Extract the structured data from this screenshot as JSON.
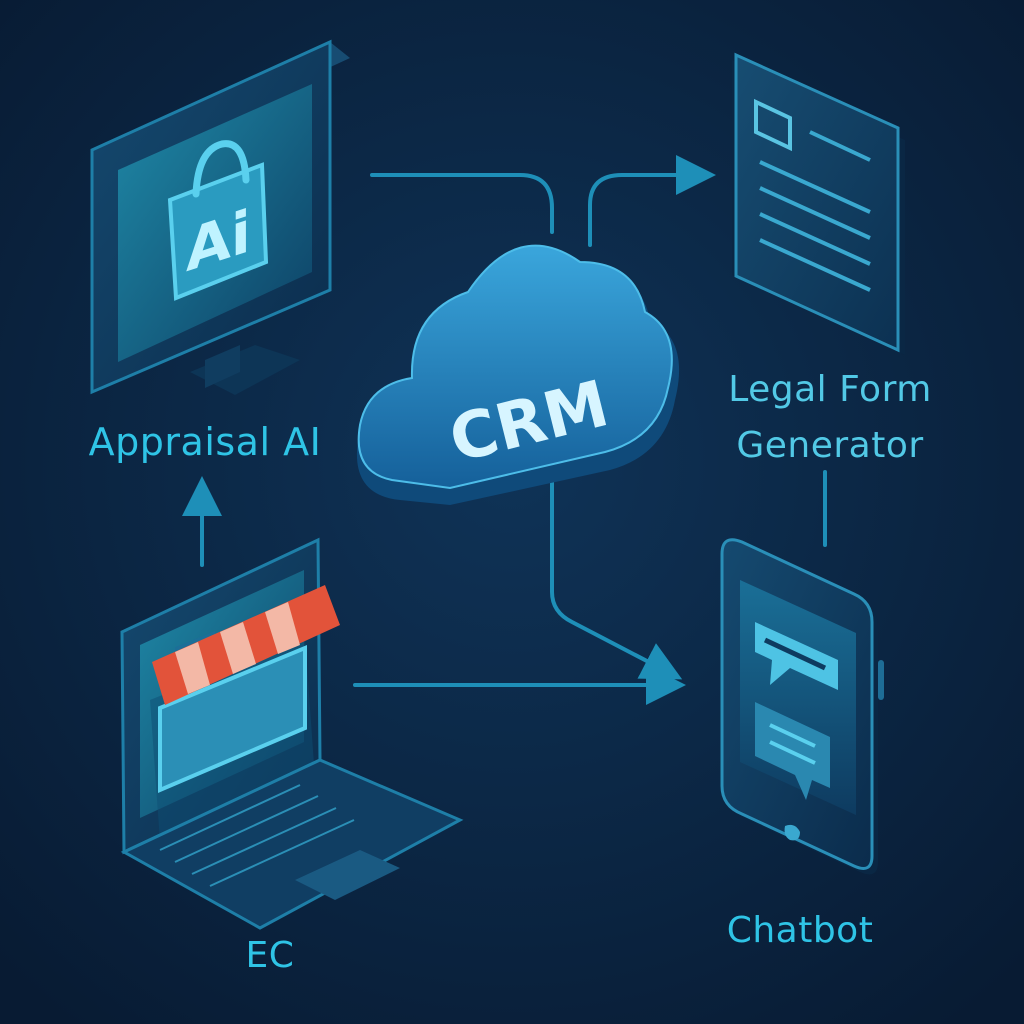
{
  "colors": {
    "background": "#0a2340",
    "label": "#2fc4e6",
    "line": "#1e8fb8",
    "cloud": "#1d7fb8",
    "awning_red": "#e2533a",
    "awning_light": "#f3b8a6"
  },
  "nodes": {
    "crm": {
      "text": "CRM",
      "icon": "cloud-icon"
    },
    "appraisal_ai": {
      "label": "Appraisal AI",
      "screen_text": "Ai",
      "icon": "monitor-shopping-bag-icon"
    },
    "legal_form": {
      "label_line1": "Legal Form",
      "label_line2": "Generator",
      "icon": "document-icon"
    },
    "ec": {
      "label": "EC",
      "icon": "laptop-storefront-icon"
    },
    "chatbot": {
      "label": "Chatbot",
      "icon": "smartphone-chat-icon"
    }
  },
  "connections": [
    {
      "from": "appraisal_ai",
      "to": "crm"
    },
    {
      "from": "crm",
      "to": "legal_form"
    },
    {
      "from": "crm",
      "to": "chatbot"
    },
    {
      "from": "ec",
      "to": "chatbot"
    },
    {
      "from": "ec",
      "to": "appraisal_ai"
    },
    {
      "from": "legal_form",
      "to": "chatbot"
    }
  ]
}
